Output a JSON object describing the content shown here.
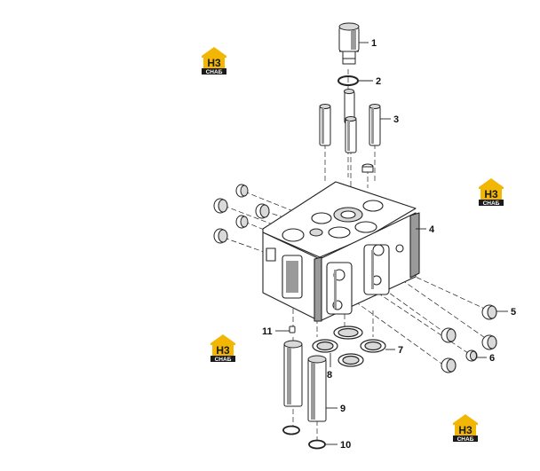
{
  "callouts": [
    {
      "id": "1",
      "label": "1"
    },
    {
      "id": "2",
      "label": "2"
    },
    {
      "id": "3",
      "label": "3"
    },
    {
      "id": "4",
      "label": "4"
    },
    {
      "id": "5",
      "label": "5"
    },
    {
      "id": "6",
      "label": "6"
    },
    {
      "id": "7",
      "label": "7"
    },
    {
      "id": "8",
      "label": "8"
    },
    {
      "id": "9",
      "label": "9"
    },
    {
      "id": "10",
      "label": "10"
    },
    {
      "id": "11",
      "label": "11"
    }
  ],
  "watermark": {
    "mark": "H3",
    "text": "СНАБ",
    "color_yellow": "#f2b705",
    "color_dark": "#1a1a1a"
  },
  "colors": {
    "line": "#222222",
    "shade": "#9a9a9a",
    "light": "#d9d9d9"
  }
}
